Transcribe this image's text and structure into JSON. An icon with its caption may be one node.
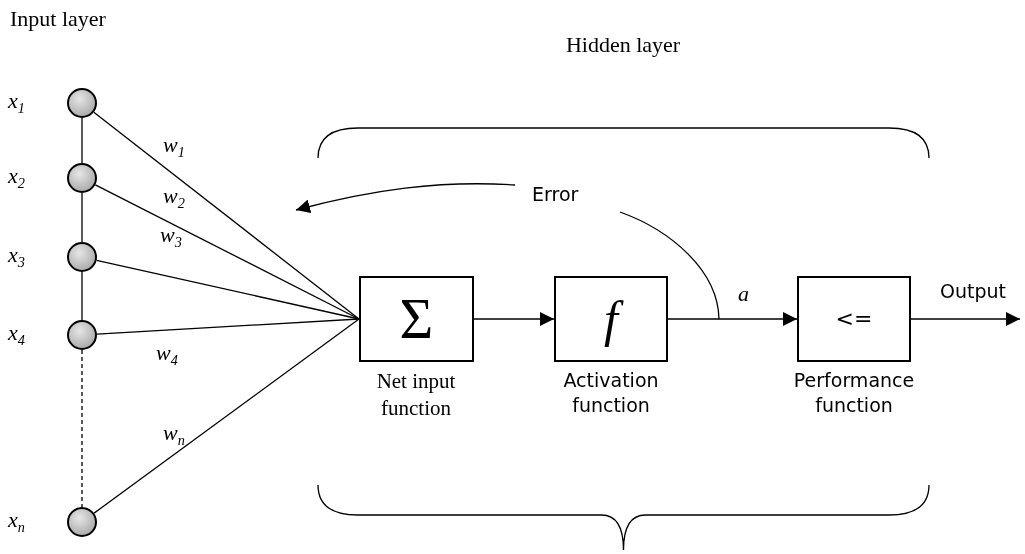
{
  "diagram": {
    "nodes": [
      {
        "text": [],
        "shape": "circle",
        "beside": [
          "x$_{1}$"
        ]
      },
      {
        "text": [],
        "shape": "circle",
        "beside": [
          "x$_{2}$"
        ]
      },
      {
        "text": [],
        "shape": "circle",
        "beside": [
          "x$_{3}$"
        ]
      },
      {
        "text": [],
        "shape": "circle",
        "beside": [
          "x$_{4}$"
        ]
      },
      {
        "text": [],
        "shape": "circle",
        "beside": [
          "x$_{n}$"
        ]
      },
      {
        "text": [
          "Σ"
        ],
        "beside": [
          "Net input function"
        ]
      },
      {
        "text": [
          "f"
        ],
        "beside": [
          "Activation function"
        ]
      },
      {
        "text": [
          "<="
        ],
        "beside": [
          "Performance function"
        ]
      }
    ],
    "edges": [
      {
        "from": 0,
        "to": 1,
        "arrow": "none"
      },
      {
        "from": 1,
        "to": 2,
        "arrow": "none"
      },
      {
        "from": 2,
        "to": 3,
        "arrow": "none"
      },
      {
        "from": 3,
        "to": 4,
        "arrow": "none",
        "style": "dashed"
      },
      {
        "from": 0,
        "to": 5,
        "arrow": "none",
        "label": "w$_{1}$"
      },
      {
        "from": 1,
        "to": 5,
        "arrow": "none",
        "label": "w$_{2}$"
      },
      {
        "from": 2,
        "to": 5,
        "arrow": "none",
        "label": "w$_{3}$"
      },
      {
        "from": 3,
        "to": 5,
        "arrow": "none",
        "label": "w$_{4}$"
      },
      {
        "from": 4,
        "to": 5,
        "arrow": "none",
        "label": "w$_{n}$"
      },
      {
        "from": 5,
        "to": 6,
        "arrow": "to"
      },
      {
        "from": 6,
        "to": 7,
        "arrow": "to",
        "label": "a"
      },
      {
        "from": 7,
        "to": null,
        "arrow": "to",
        "label": "Output"
      }
    ],
    "labels": [
      "Input layer",
      "Hidden layer",
      "Error"
    ]
  }
}
